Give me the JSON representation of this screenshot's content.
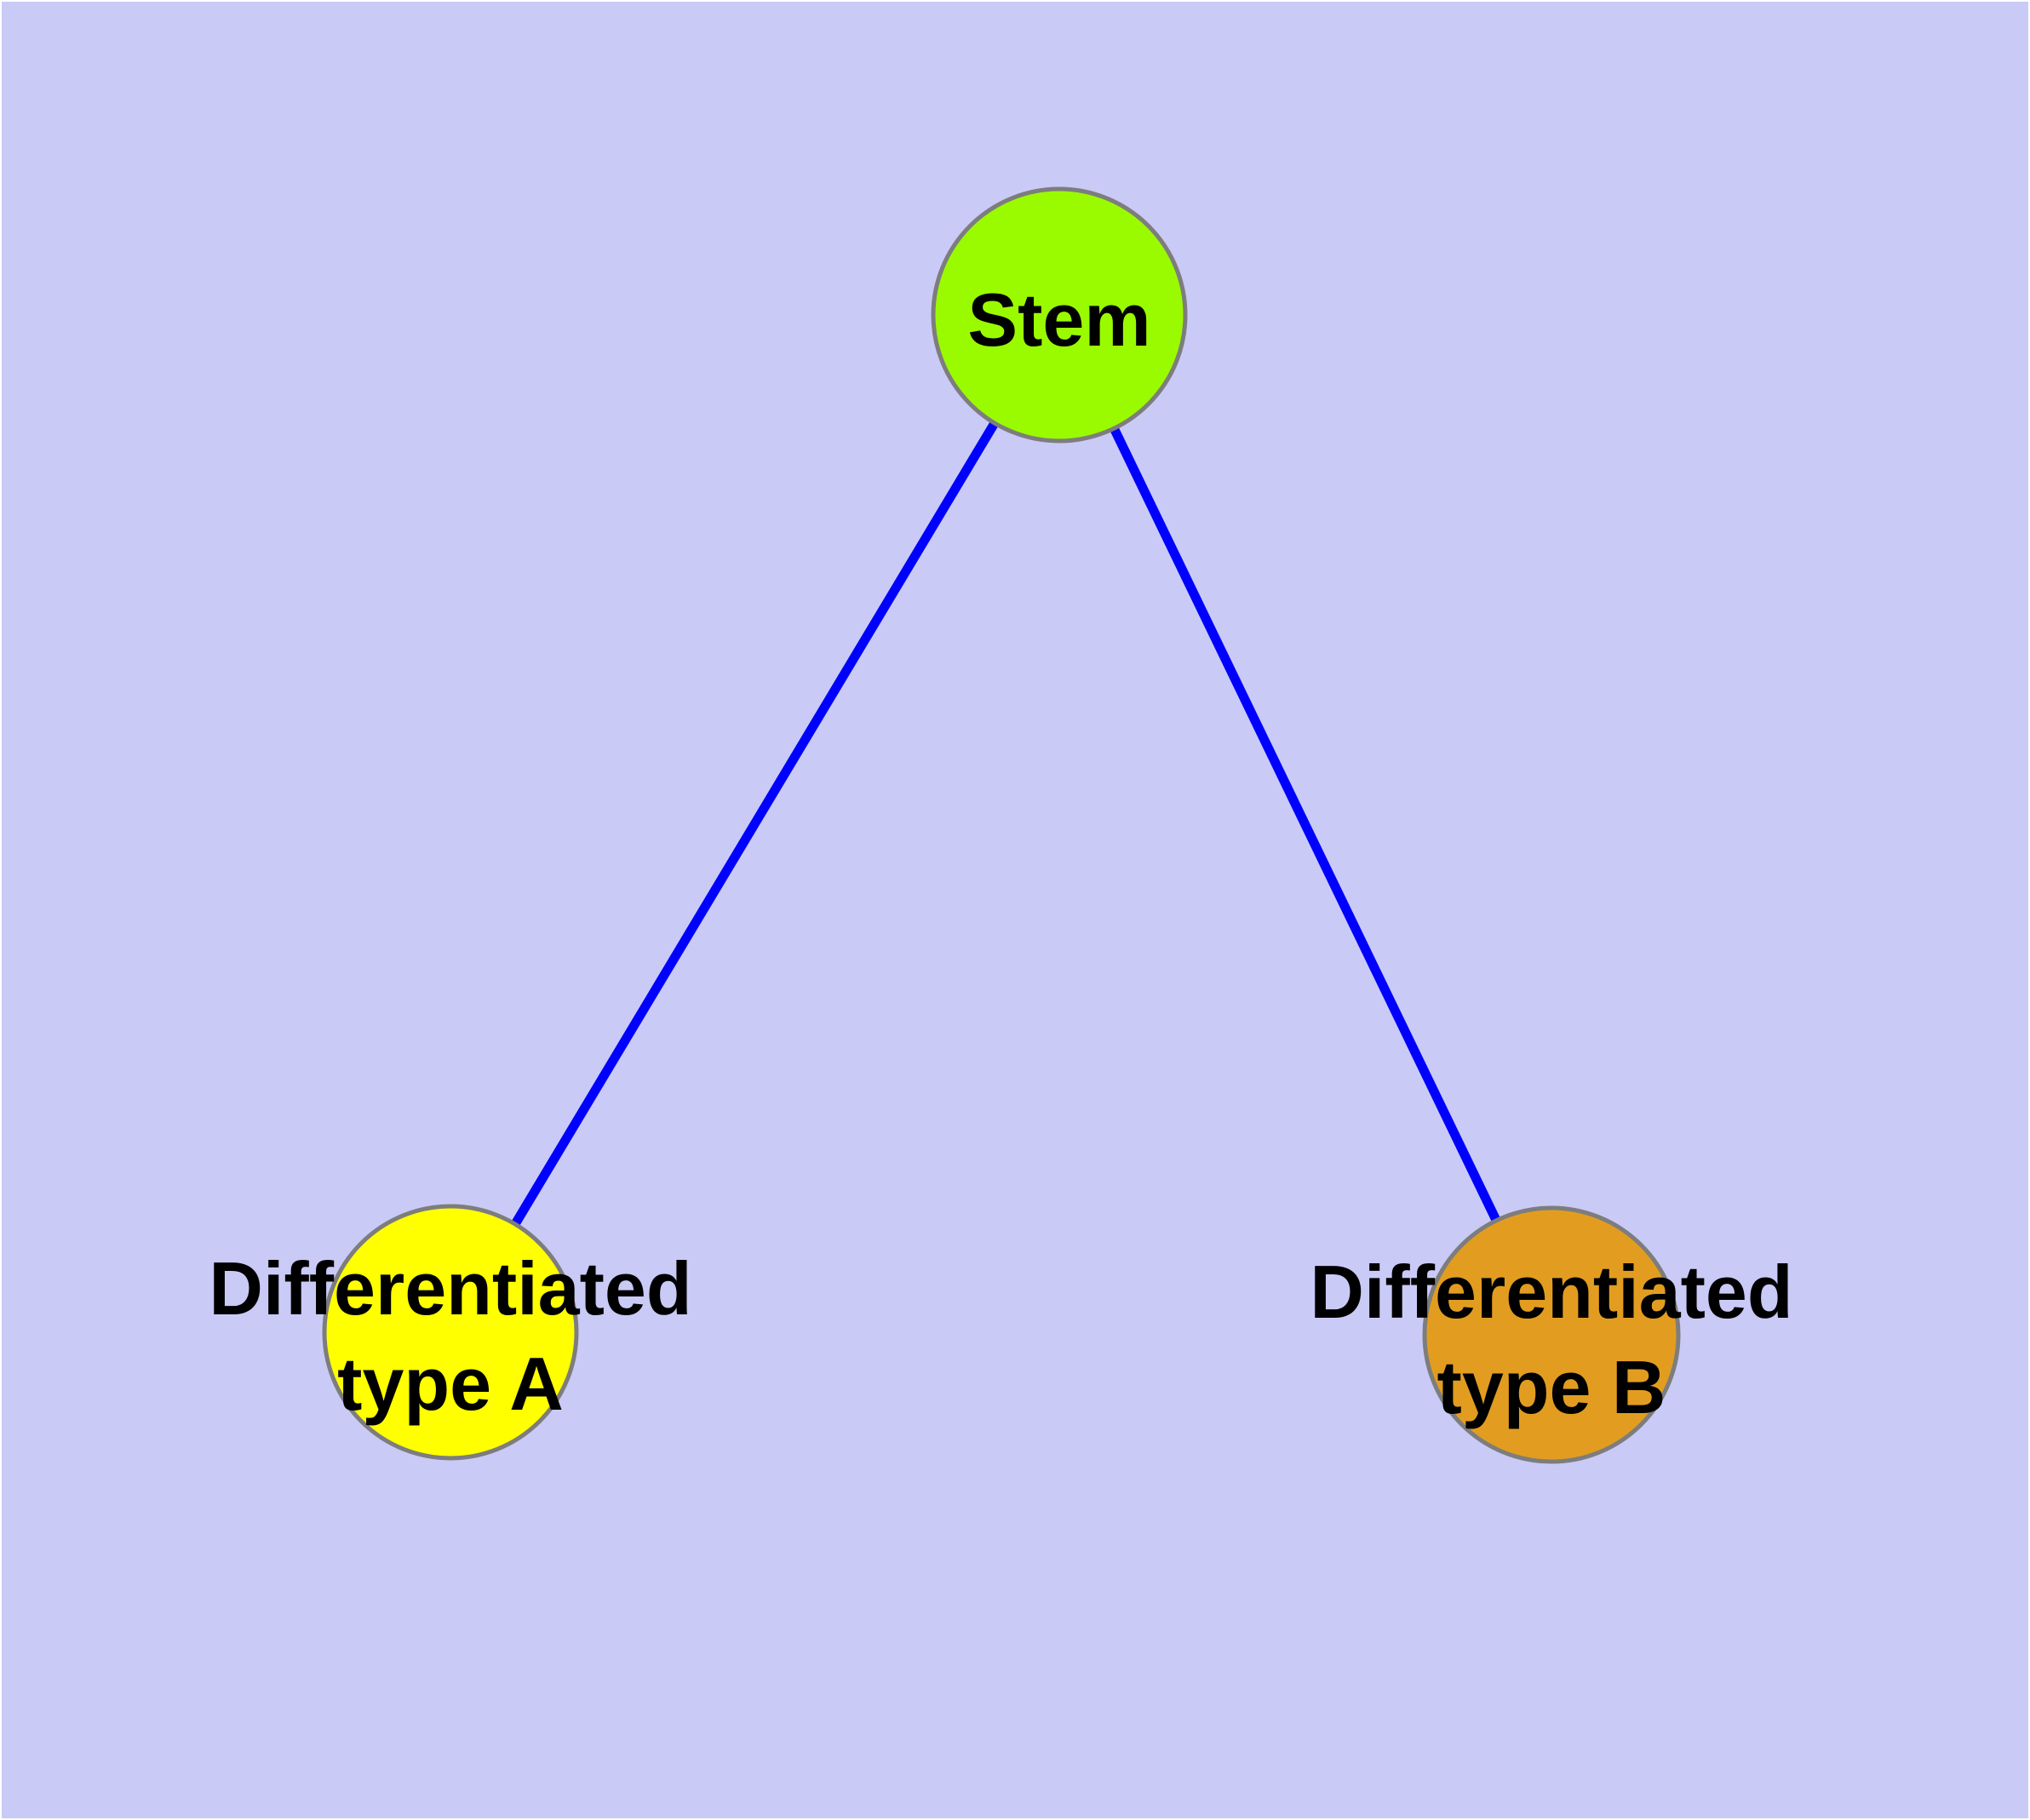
{
  "canvas": {
    "background_color": "#CACAF7",
    "frame_color": "#FFFFFF"
  },
  "graph": {
    "nodes": [
      {
        "id": "stem",
        "label": "Stem",
        "fill": "#9AFB00"
      },
      {
        "id": "differentiated-type-a",
        "label_lines": [
          "Differentiated",
          "type A"
        ],
        "fill": "#FFFF00"
      },
      {
        "id": "differentiated-type-b",
        "label_lines": [
          "Differentiated",
          "type B"
        ],
        "fill": "#E29D20"
      }
    ],
    "edges": [
      {
        "from": "Stem",
        "to": "Differentiated type A"
      },
      {
        "from": "Stem",
        "to": "Differentiated type B"
      }
    ],
    "edge_color": "#0000FF",
    "node_border_color": "#7D7D7D",
    "label_color": "#000000"
  }
}
